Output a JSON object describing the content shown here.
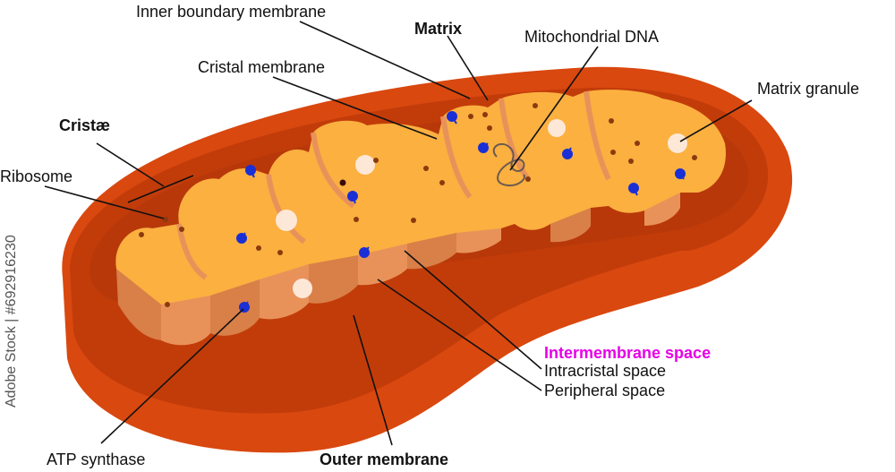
{
  "labels": {
    "inner_boundary_membrane": "Inner boundary membrane",
    "matrix": "Matrix",
    "mitochondrial_dna": "Mitochondrial DNA",
    "cristal_membrane": "Cristal membrane",
    "matrix_granule": "Matrix granule",
    "cristae": "Cristæ",
    "ribosome": "Ribosome",
    "intermembrane_space": "Intermembrane space",
    "intracristal_space": "Intracristal space",
    "peripheral_space": "Peripheral space",
    "atp_synthase": "ATP synthase",
    "outer_membrane": "Outer membrane"
  },
  "watermark": "Adobe Stock | #692916230",
  "colors": {
    "outer_membrane": "#d9480f",
    "outer_membrane_dark": "#b8380a",
    "inner_space": "#c8410b",
    "matrix": "#fbb040",
    "matrix_light": "#fdc463",
    "cristae_wall": "#e8925a",
    "granule": "#fde8d8",
    "ribosome": "#8b3a0e",
    "atp_synthase": "#1a2fd6",
    "intermembrane_label": "#e600e6"
  }
}
